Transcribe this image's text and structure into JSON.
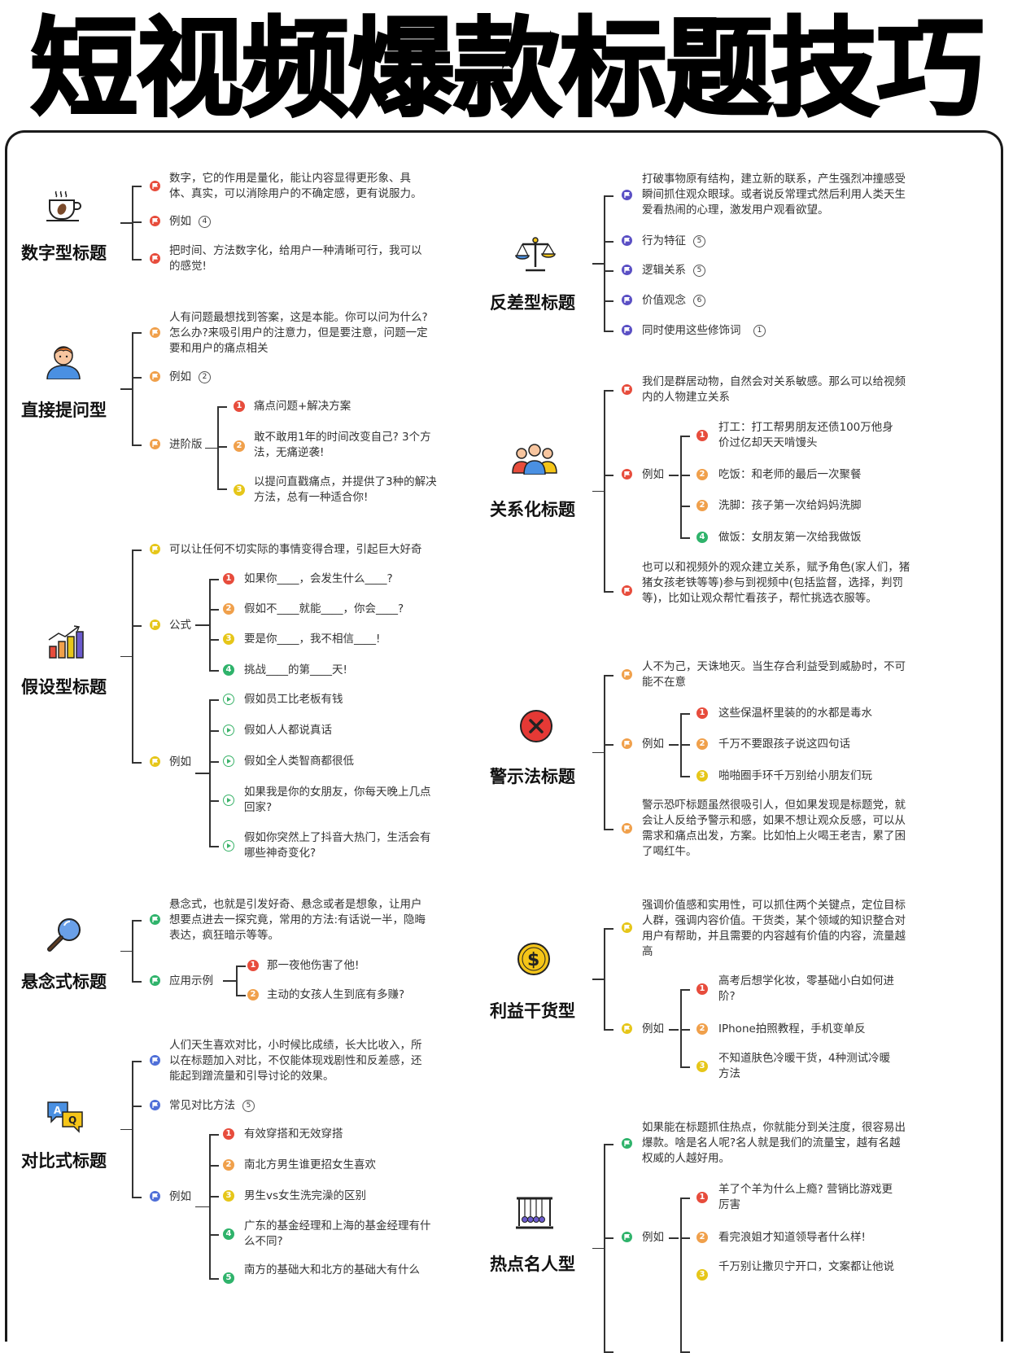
{
  "title": "短视频爆款标题技巧",
  "colors": {
    "red": "#e74c3c",
    "orange": "#f0a04b",
    "yellow": "#e6c619",
    "green": "#2fb36b",
    "blue": "#4f6fd8",
    "purple": "#5a4fc4"
  },
  "left": {
    "numeric": {
      "heading": "数字型标题",
      "icon": "coffee-cup-icon",
      "items": [
        "数字，它的作用是量化，能让内容显得更形象、具体、真实，可以消除用户的不确定感，更有说服力。",
        "例如",
        "把时间、方法数字化，给用户一种清晰可行，我可以的感觉!"
      ],
      "example_count": "4"
    },
    "question": {
      "heading": "直接提问型",
      "icon": "person-icon",
      "items": [
        "人有问题最想找到答案，这是本能。你可以问为什么?怎么办?来吸引用户的注意力，但是要注意，问题一定要和用户的痛点相关",
        "例如",
        "进阶版"
      ],
      "example_count": "2",
      "advanced": [
        "痛点问题+解决方案",
        "敢不敢用1年的时间改变自己? 3个方法，无痛逆袭!",
        "以提问直戳痛点，并提供了3种的解决方法，总有一种适合你!"
      ]
    },
    "hypothesis": {
      "heading": "假设型标题",
      "icon": "bar-chart-icon",
      "items": [
        "可以让任何不切实际的事情变得合理，引起巨大好奇",
        "公式",
        "例如"
      ],
      "formulas": [
        "如果你____，会发生什么____?",
        "假如不____就能____，你会____?",
        "要是你____，我不相信____!",
        "挑战____的第____天!"
      ],
      "examples": [
        "假如员工比老板有钱",
        "假如人人都说真话",
        "假如全人类智商都很低",
        "如果我是你的女朋友，你每天晚上几点回家?",
        "假如你突然上了抖音大热门，生活会有哪些神奇变化?"
      ]
    },
    "suspense": {
      "heading": "悬念式标题",
      "icon": "magnifier-icon",
      "items": [
        "悬念式，也就是引发好奇、悬念或者是想象，让用户想要点进去一探究竟，常用的方法:有话说一半，隐晦表达，疯狂暗示等等。",
        "应用示例"
      ],
      "examples": [
        "那一夜他伤害了他!",
        "主动的女孩人生到底有多赚?"
      ]
    },
    "contrast": {
      "heading": "对比式标题",
      "icon": "qa-bubbles-icon",
      "items": [
        "人们天生喜欢对比，小时候比成绩，长大比收入，所以在标题加入对比，不仅能体现戏剧性和反差感，还能起到蹭流量和引导讨论的效果。",
        "常见对比方法",
        "例如"
      ],
      "method_count": "5",
      "examples": [
        "有效穿搭和无效穿搭",
        "南北方男生谁更招女生喜欢",
        "男生vs女生洗完澡的区别",
        "广东的基金经理和上海的基金经理有什么不同?",
        "南方的基础大和北方的基础大有什么"
      ]
    }
  },
  "right": {
    "reverse": {
      "heading": "反差型标题",
      "icon": "balance-scale-icon",
      "items": [
        "打破事物原有结构，建立新的联系，产生强烈冲撞感受瞬间抓住观众眼球。或者说反常理式然后利用人类天生爱看热闹的心理，激发用户观看欲望。",
        "行为特征",
        "逻辑关系",
        "价值观念",
        "同时使用这些修饰词"
      ],
      "counts": [
        "5",
        "5",
        "6",
        "1"
      ]
    },
    "relation": {
      "heading": "关系化标题",
      "icon": "people-group-icon",
      "items": [
        "我们是群居动物，自然会对关系敏感。那么可以给视频内的人物建立关系",
        "例如",
        "也可以和视频外的观众建立关系，赋予角色(家人们，猪猪女孩老铁等等)参与到视频中(包括监督，选择，判罚等)，比如让观众帮忙看孩子，帮忙挑选衣服等。"
      ],
      "examples": [
        "打工：打工帮男朋友还债100万他身价过亿却天天啃馒头",
        "吃饭：和老师的最后一次聚餐",
        "洗脚：孩子第一次给妈妈洗脚",
        "做饭：女朋友第一次给我做饭"
      ]
    },
    "warning": {
      "heading": "警示法标题",
      "icon": "x-circle-icon",
      "items": [
        "人不为己，天诛地灭。当生存合利益受到威胁时，不可能不在意",
        "例如",
        "警示恐吓标题虽然很吸引人，但如果发现是标题党，就会让人反给予警示和感，如果不想让观众反感，可以从需求和痛点出发，方案。比如怕上火喝王老吉，累了困了喝红牛。"
      ],
      "examples": [
        "这些保温杯里装的的水都是毒水",
        "千万不要跟孩子说这四句话",
        "啪啪圈手环千万别给小朋友们玩"
      ]
    },
    "benefit": {
      "heading": "利益干货型",
      "icon": "dollar-coin-icon",
      "items": [
        "强调价值感和实用性，可以抓住两个关键点，定位目标人群，强调内容价值。干货类，某个领域的知识整合对用户有帮助，并且需要的内容越有价值的内容，流量越高",
        "例如"
      ],
      "examples": [
        "高考后想学化妆，零基础小白如何进阶?",
        "IPhone拍照教程，手机变单反",
        "不知道肤色冷暖干货，4种测试冷暖方法"
      ]
    },
    "hotspot": {
      "heading": "热点名人型",
      "icon": "newtons-cradle-icon",
      "items": [
        "如果能在标题抓住热点，你就能分到关注度，很容易出爆款。啥是名人呢?名人就是我们的流量宝，越有名越权威的人越好用。",
        "例如"
      ],
      "examples": [
        "羊了个羊为什么上瘾? 营销比游戏更厉害",
        "看完浪姐才知道领导者什么样!",
        "千万别让撒贝宁开口，文案都让他说"
      ]
    }
  }
}
